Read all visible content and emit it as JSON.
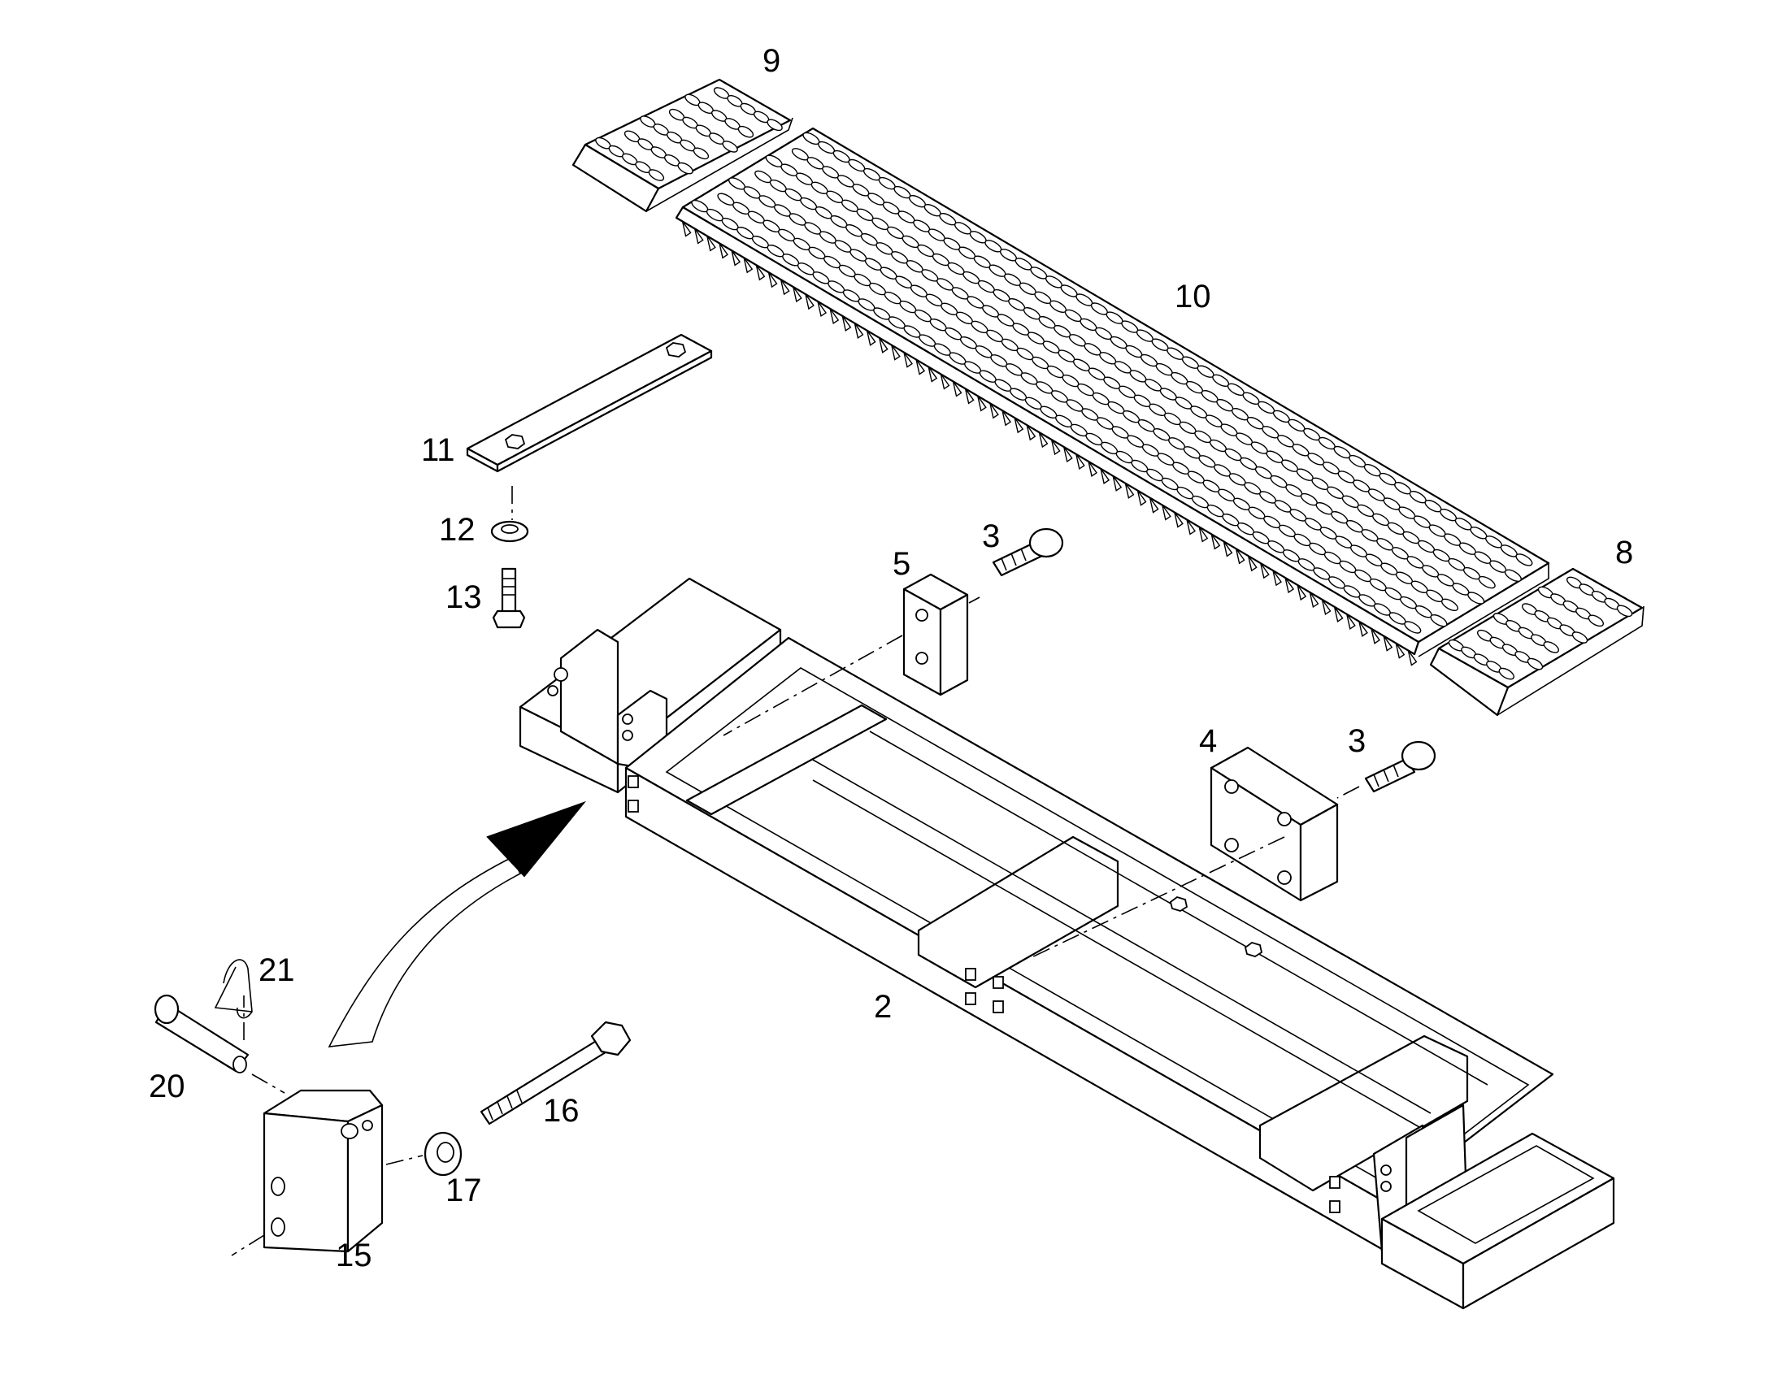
{
  "callouts": {
    "c2": "2",
    "c3a": "3",
    "c3b": "3",
    "c4": "4",
    "c5": "5",
    "c8": "8",
    "c9": "9",
    "c10": "10",
    "c11": "11",
    "c12": "12",
    "c13": "13",
    "c15": "15",
    "c16": "16",
    "c17": "17",
    "c20": "20",
    "c21": "21"
  }
}
